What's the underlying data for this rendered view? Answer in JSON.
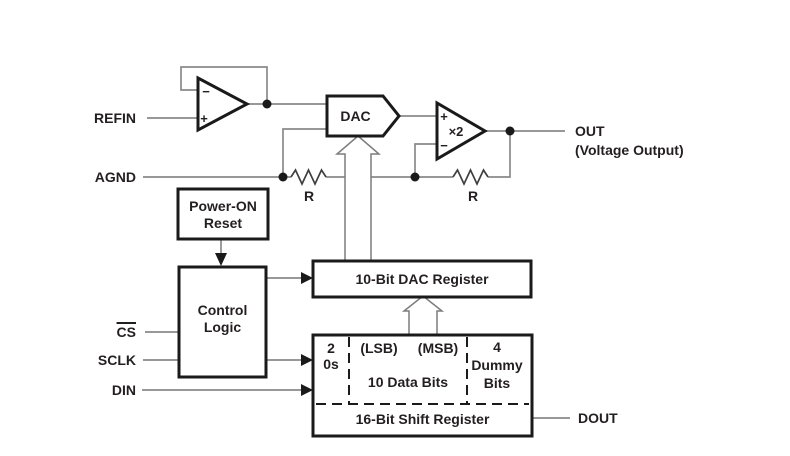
{
  "colors": {
    "wire": "#8a8a8a",
    "ink": "#231f20",
    "fill": "#ffffff"
  },
  "pins": {
    "refin": "REFIN",
    "agnd": "AGND",
    "cs": "CS",
    "sclk": "SCLK",
    "din": "DIN",
    "out": "OUT",
    "out_sub": "(Voltage Output)",
    "dout": "DOUT"
  },
  "blocks": {
    "dac": "DAC",
    "power_on_reset": {
      "line1": "Power-ON",
      "line2": "Reset"
    },
    "control_logic": {
      "line1": "Control",
      "line2": "Logic"
    },
    "dac_register": "10-Bit DAC Register",
    "shift_register": {
      "zeros": {
        "line1": "2",
        "line2": "0s"
      },
      "lsb": "(LSB)",
      "msb": "(MSB)",
      "data_bits": "10 Data Bits",
      "dummy": {
        "line1": "4",
        "line2": "Dummy",
        "line3": "Bits"
      },
      "label": "16-Bit Shift Register"
    }
  },
  "amplifiers": {
    "reference_buffer": {
      "top_sign": "−",
      "bottom_sign": "+"
    },
    "output_amplifier": {
      "top_sign": "+",
      "gain": "×2",
      "bottom_sign": "−"
    }
  },
  "resistors": {
    "r1": "R",
    "r2": "R"
  }
}
